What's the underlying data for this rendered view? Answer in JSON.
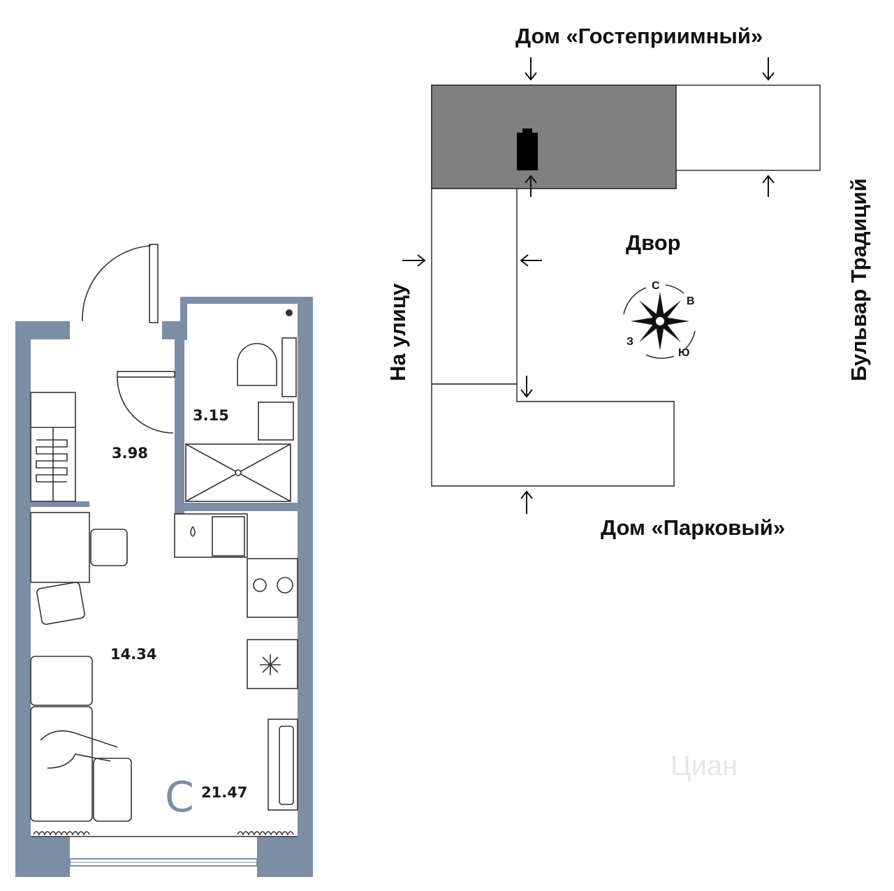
{
  "floorplan": {
    "rooms": [
      {
        "id": "hall",
        "area": "3.98"
      },
      {
        "id": "bathroom",
        "area": "3.15"
      },
      {
        "id": "living",
        "area": "14.34"
      }
    ],
    "total": {
      "type_letter": "C",
      "area": "21.47"
    }
  },
  "site_map": {
    "labels": {
      "north_building": "Дом «Гостеприимный»",
      "south_building": "Дом «Парковый»",
      "courtyard": "Двор",
      "street_left": "На улицу",
      "street_right": "Бульвар Традиций"
    },
    "compass": {
      "north": "С",
      "east": "В",
      "south": "Ю",
      "west": "З"
    },
    "highlight_color": "#808080",
    "marker_color": "#000000"
  },
  "watermark": "Циан",
  "colors": {
    "wall": "#7b8ea6"
  }
}
